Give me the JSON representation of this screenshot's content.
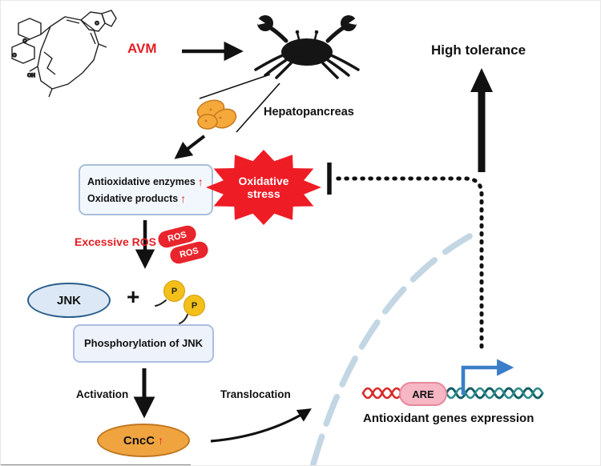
{
  "labels": {
    "avm": "AVM",
    "high_tolerance": "High tolerance",
    "hepatopancreas": "Hepatopancreas",
    "antioxidative_enzymes": "Antioxidative enzymes",
    "oxidative_products": "Oxidative products",
    "up_arrow": "↑",
    "oxidative_stress": "Oxidative stress",
    "excessive_ros": "Excessive ROS",
    "ros": "ROS",
    "jnk": "JNK",
    "plus": "+",
    "phosphate": "P",
    "phosphorylation_of_jnk": "Phosphorylation of JNK",
    "activation": "Activation",
    "translocation": "Translocation",
    "cncc": "CncC",
    "are": "ARE",
    "antioxidant_genes_expression": "Antioxidant genes expression"
  },
  "chem": {
    "atom_labels": [
      "O",
      "O",
      "O",
      "OH"
    ]
  },
  "colors": {
    "highlight_red": "#e31e24",
    "starburst_red": "#ee1c25",
    "ros_red": "#e8252c",
    "cncc_orange": "#f0a440",
    "hepatopancreas_orange": "#f5a93b",
    "phosphate_yellow": "#f3c019",
    "jnk_fill": "#dce8f5",
    "jnk_border": "#2a5e8c",
    "box_fill": "#f2f7fd",
    "box_border": "#a9bfd8",
    "are_pink": "#f6b6c4",
    "membrane_blue": "#c3d6e3",
    "transcription_blue": "#3a7dc9",
    "dna_red": "#d92b2b",
    "dna_teal": "#135e66"
  }
}
